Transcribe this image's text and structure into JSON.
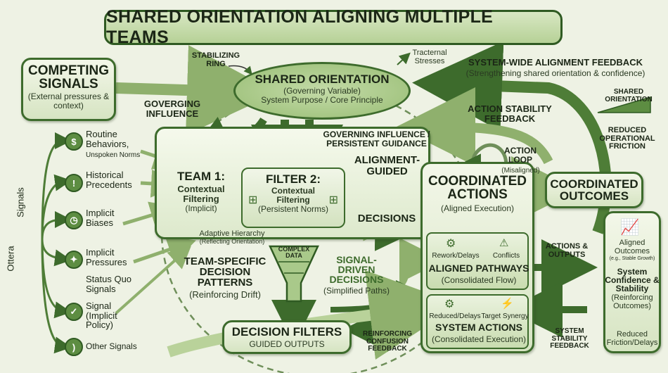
{
  "title": "SHARED ORIENTATION ALIGNING MULTIPLE TEAMS",
  "competing": {
    "title_line1": "COMPETING",
    "title_line2": "SIGNALS",
    "sub": "(External pressures & context)"
  },
  "stabilizing_ring": "STABILIZING RING",
  "tractenal": "Tracternal Stresses",
  "governing_influence": "GOVERGING INFLUENCE",
  "shared": {
    "title": "SHARED ORIENTATION",
    "sub1": "(Governing Variable)",
    "sub2": "System Purpose / Core Principle"
  },
  "feedback_top": {
    "title": "SYSTEM-WIDE ALIGNMENT FEEDBACK",
    "sub": "(Strengthening shared orientation & confidence)"
  },
  "shared_orientation_gauge": "SHARED ORIENTATION",
  "reduced_friction": "REDUCED OPERATIONAL FRICTION",
  "action_stability": "ACTION STABILITY FEEDBACK",
  "governing_persistent": "GOVERNING INFLUENCE / PERSISTENT GUIDANCE",
  "alignment_guided": "ALIGNMENT-GUIDED",
  "decisions": "DECISIONS",
  "action_loop": {
    "title": "ACTION LOOP",
    "sub": "(Misaligned)"
  },
  "team1": {
    "title": "TEAM 1:",
    "sub1": "Contextual Filtering",
    "sub2": "(Implicit)"
  },
  "filter2": {
    "title": "FILTER 2:",
    "sub1": "Contextual Filtering",
    "sub2": "(Persistent Norms)"
  },
  "adaptive": {
    "line1": "Adaptive Hierarchy",
    "line2": "(Reflecting Orientation)"
  },
  "coordinated_actions": {
    "title": "COORDINATED ACTIONS",
    "sub": "(Aligned Execution)"
  },
  "coordinated_outcomes": {
    "title": "COORDINATED OUTCOMES"
  },
  "aligned_outcomes": {
    "title": "Aligned Outcomes",
    "sub": "(e.g., Stable Growth)"
  },
  "confidence": {
    "title": "System Confidence & Stability",
    "sub": "(Reinforcing Outcomes)"
  },
  "reduced_friction_delays": "Reduced Friction/Delays",
  "actions_outputs": "ACTIONS & OUTPUTS",
  "system_stability": "SYSTEM STABILITY FEEDBACK",
  "complex_data": "COMPLEX DATA",
  "team_specific": {
    "title": "TEAM-SPECIFIC DECISION PATTERNS",
    "sub": "(Reinforcing Drift)"
  },
  "signal_driven": {
    "title": "SIGNAL-DRIVEN DECISIONS",
    "sub": "(Simplified Paths)"
  },
  "pathways": {
    "rework": "Rework/Delays",
    "conflicts": "Conflicts",
    "title": "ALIGNED PATHWAYS",
    "sub": "(Consolidated Flow)"
  },
  "system_actions": {
    "reduced": "Reduced/Delays",
    "target": "Target Synergy",
    "title": "SYSTEM ACTIONS",
    "sub": "(Consolidated Execution)"
  },
  "decision_filters": {
    "title": "DECISION FILTERS",
    "sub": "GUIDED OUTPUTS"
  },
  "reinforcing_confusion": "REINFORCING CONFUSION FEEDBACK",
  "side_label": {
    "a": "Ottera",
    "b": "Signals"
  },
  "signals": [
    {
      "label": "Routine Behaviors,",
      "note": "Unspoken Norms",
      "icon": "money-bag-icon",
      "glyph": "$"
    },
    {
      "label": "Historical Precedents",
      "note": "",
      "icon": "warning-icon",
      "glyph": "!"
    },
    {
      "label": "Implicit Biases",
      "note": "",
      "icon": "stopwatch-icon",
      "glyph": "◷"
    },
    {
      "label": "Implicit Pressures",
      "note": "",
      "icon": "lightbulb-icon",
      "glyph": "✦"
    },
    {
      "label": "Status Quo Signals",
      "note": "",
      "icon": "",
      "glyph": ""
    },
    {
      "label": "Signal (Implicit Policy)",
      "note": "",
      "icon": "badge-icon",
      "glyph": "✓"
    },
    {
      "label": "Other Signals",
      "note": "",
      "icon": "rss-icon",
      "glyph": ")"
    }
  ],
  "colors": {
    "dark_green": "#3d6b2c",
    "mid_green": "#5d8d42",
    "light_green": "#b9d29a",
    "background": "#eef2e4"
  }
}
